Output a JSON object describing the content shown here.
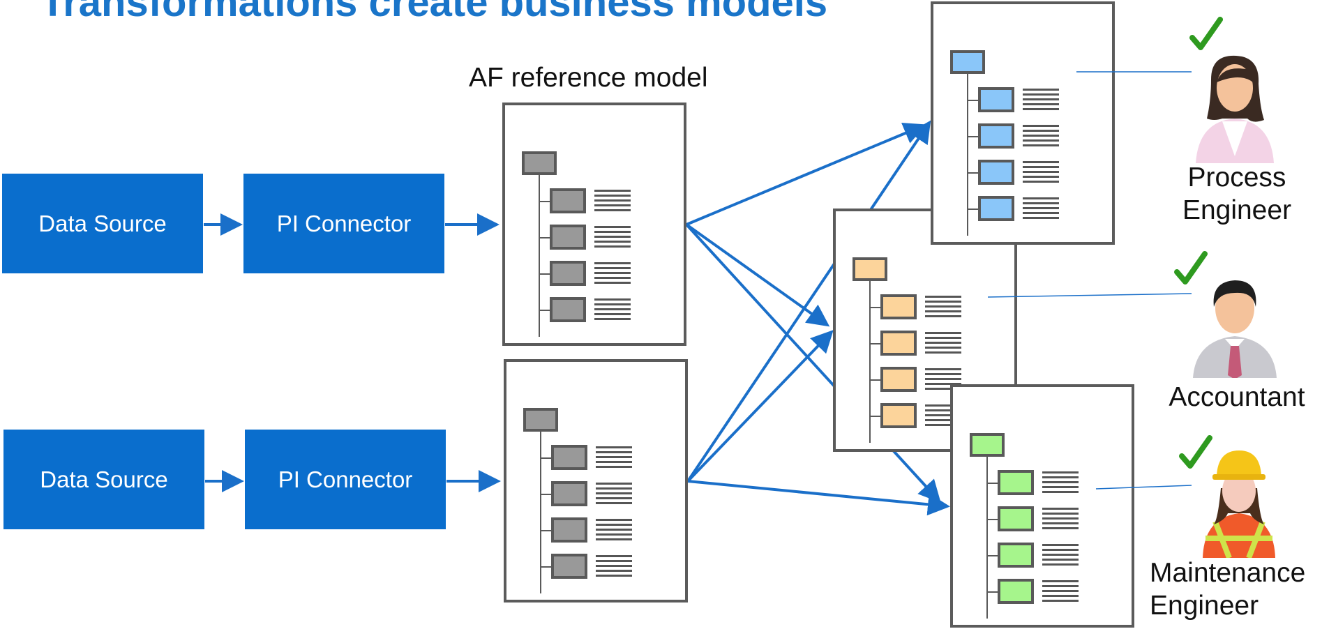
{
  "title": "Transformations create business models",
  "pipelines": [
    {
      "source_label": "Data Source",
      "connector_label": "PI Connector"
    },
    {
      "source_label": "Data Source",
      "connector_label": "PI Connector"
    }
  ],
  "reference_model_label": "AF reference model",
  "roles": [
    {
      "label_line1": "Process",
      "label_line2": "Engineer",
      "model_color": "#8ac6f9",
      "checked": true
    },
    {
      "label_line1": "Accountant",
      "label_line2": "",
      "model_color": "#fcd49b",
      "checked": true
    },
    {
      "label_line1": "Maintenance",
      "label_line2": "Engineer",
      "model_color": "#a6f58c",
      "checked": true
    }
  ],
  "colors": {
    "box_fill": "#0a6ecd",
    "arrow": "#1a6fc9",
    "title": "#1a75c9",
    "ref_node": "#999999",
    "check": "#2e9a1f"
  },
  "icons": [
    "check-icon",
    "person-icon"
  ]
}
